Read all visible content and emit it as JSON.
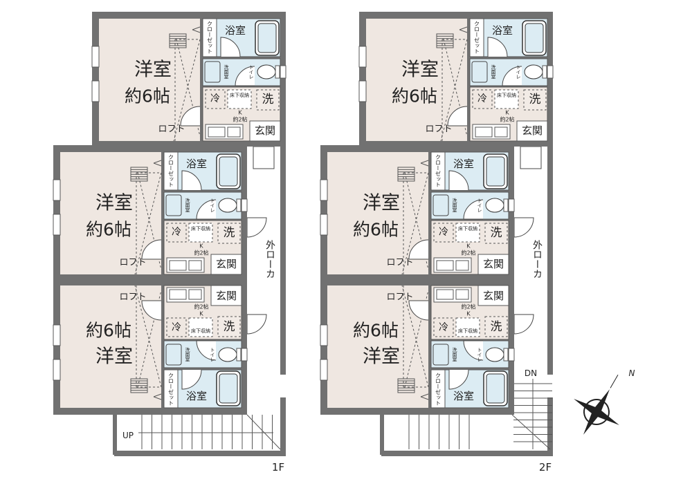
{
  "labels": {
    "western_room": "洋室",
    "room_size": "約6帖",
    "loft": "ロフト",
    "closet": "クローゼット",
    "bathroom": "浴室",
    "washroom": "洗面室",
    "toilet": "トイレ",
    "fridge": "冷",
    "underfloor_storage": "床下収納",
    "washer": "洗",
    "kitchen": "K",
    "kitchen_size": "約2帖",
    "entrance": "玄関",
    "corridor": "外ローカ"
  },
  "floors": [
    {
      "label": "1F",
      "stairs_label": "UP"
    },
    {
      "label": "2F",
      "stairs_label": "DN"
    }
  ],
  "compass": {
    "north": "N"
  },
  "colors": {
    "wall": "#717171",
    "room": "#efe7e1",
    "wet": "#dcecf3"
  }
}
